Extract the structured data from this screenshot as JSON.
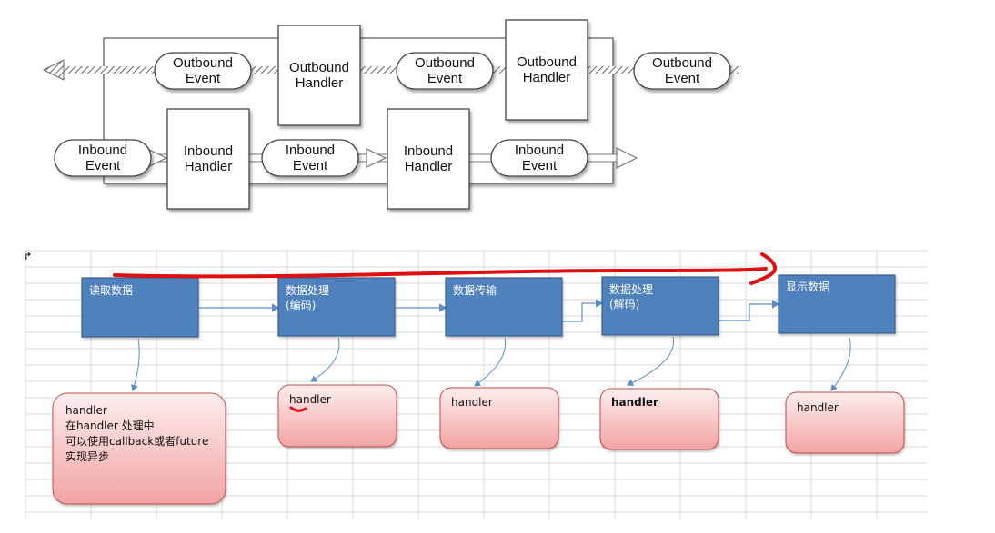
{
  "top_diagram": {
    "outbound_events": [
      "Outbound\nEvent",
      "Outbound\nEvent",
      "Outbound\nEvent"
    ],
    "outbound_handlers": [
      "Outbound\nHandler",
      "Outbound\nHandler"
    ],
    "inbound_events": [
      "Inbound\nEvent",
      "Inbound\nEvent",
      "Inbound\nEvent"
    ],
    "inbound_handlers": [
      "Inbound\nHandler",
      "Inbound\nHandler"
    ]
  },
  "bottom_diagram": {
    "stages": [
      "读取数据",
      "数据处理\n(编码)",
      "数据传输",
      "数据处理\n(解码)",
      "显示数据"
    ],
    "handler_notes": [
      "handler\n在handler 处理中\n可以使用callback或者future\n实现异步",
      "handler",
      "handler",
      "handler",
      "handler"
    ],
    "colors": {
      "stage_fill": "#4f81bd",
      "stage_border": "#3a5f8e",
      "note_fill_top": "#fdeaea",
      "note_fill_bottom": "#f4a9a9",
      "note_border": "#c0504d",
      "red_stroke": "#e01010",
      "connector": "#5b8ec9"
    }
  }
}
